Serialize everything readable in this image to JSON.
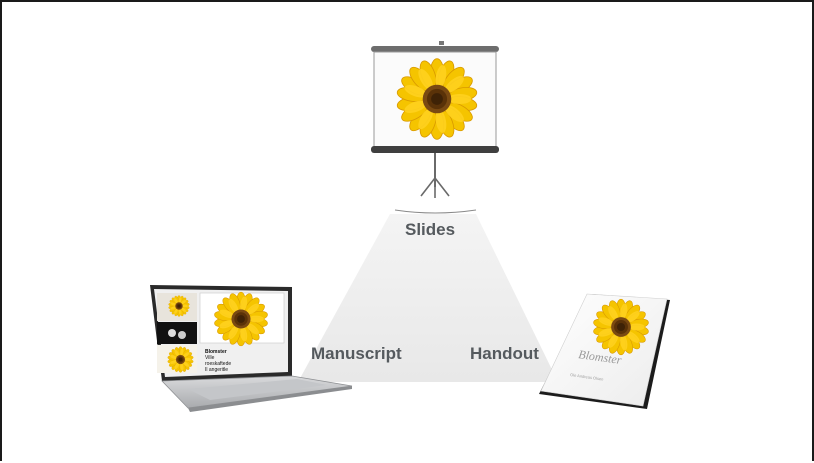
{
  "labels": {
    "slides": "Slides",
    "manuscript": "Manuscript",
    "handout": "Handout"
  },
  "handout_doc": {
    "title": "Blomster",
    "subtitle": "Ole Andreas Olsen"
  },
  "laptop_screen": {
    "heading": "Blomster",
    "lines": [
      "Ville",
      "roeskaftede",
      "Il angeritle"
    ]
  },
  "colors": {
    "frame_border": "#1a1a1a",
    "triangle_fill": "#ececec",
    "label_text": "#555a5e",
    "sunflower_petal": "#f5c400",
    "sunflower_center": "#7a4a12"
  }
}
